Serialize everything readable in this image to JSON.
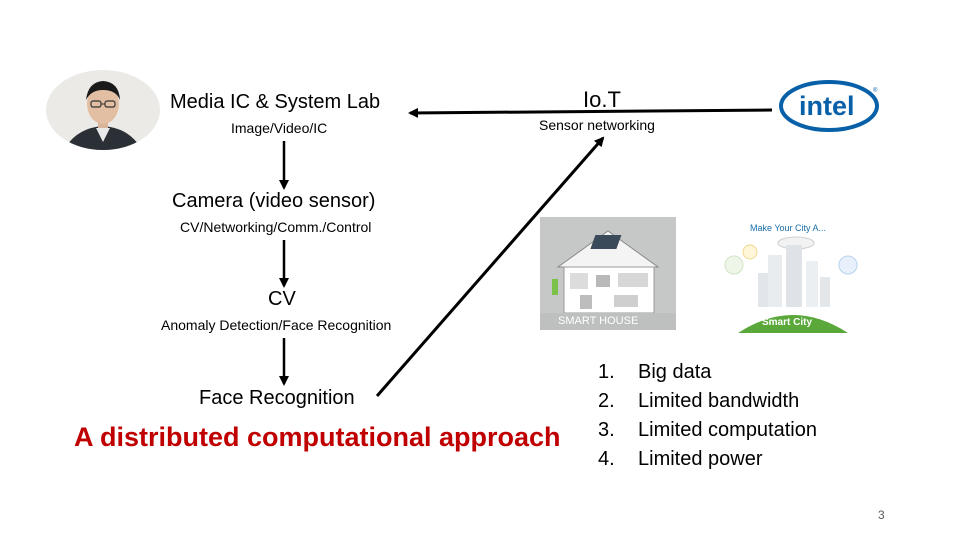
{
  "slide": {
    "lab_title": "Media IC & System Lab",
    "lab_subtitle": "Image/Video/IC",
    "iot_title": "Io.T",
    "iot_subtitle": "Sensor networking",
    "camera_title": "Camera (video sensor)",
    "camera_subtitle": "CV/Networking/Comm./Control",
    "cv_title": "CV",
    "cv_subtitle": "Anomaly Detection/Face Recognition",
    "face_title": "Face Recognition",
    "headline": "A distributed computational approach",
    "headline_color": "#c00000",
    "challenges": [
      {
        "num": "1.",
        "text": "Big data"
      },
      {
        "num": "2.",
        "text": "Limited bandwidth"
      },
      {
        "num": "3.",
        "text": "Limited computation"
      },
      {
        "num": "4.",
        "text": "Limited power"
      }
    ],
    "page_number": "3"
  },
  "images": {
    "smart_house_caption": "SMART HOUSE",
    "smart_city_heading": "Make Your City A...",
    "smart_city_caption": "Smart City",
    "intel_logo_text": "intel"
  }
}
